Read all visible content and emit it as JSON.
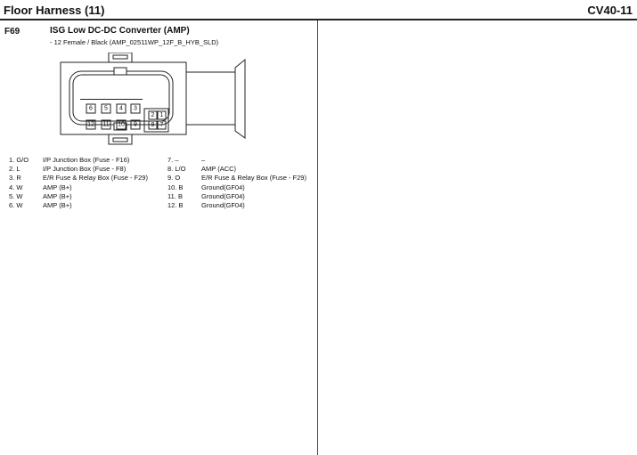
{
  "header": {
    "title": "Floor Harness (11)",
    "code": "CV40-11"
  },
  "connector": {
    "id": "F69",
    "name": "ISG Low DC-DC Converter (AMP)",
    "description": "- 12 Female / Black (AMP_02511WP_12F_B_HYB_SLD)",
    "pin_numbers": [
      "6",
      "5",
      "4",
      "3",
      "2",
      "1",
      "12",
      "11",
      "10",
      "9",
      "8",
      "7"
    ],
    "pins": [
      {
        "left_no": "1. G/O",
        "left_desc": "I/P Junction Box (Fuse - F16)",
        "right_no": "7. –",
        "right_desc": "–"
      },
      {
        "left_no": "2. L",
        "left_desc": "I/P Junction Box (Fuse - F8)",
        "right_no": "8. L/O",
        "right_desc": "AMP (ACC)"
      },
      {
        "left_no": "3. R",
        "left_desc": "E/R Fuse & Relay Box (Fuse - F29)",
        "right_no": "9. O",
        "right_desc": "E/R Fuse & Relay Box (Fuse - F29)"
      },
      {
        "left_no": "4. W",
        "left_desc": "AMP (B+)",
        "right_no": "10. B",
        "right_desc": "Ground(GF04)"
      },
      {
        "left_no": "5. W",
        "left_desc": "AMP (B+)",
        "right_no": "11. B",
        "right_desc": "Ground(GF04)"
      },
      {
        "left_no": "6. W",
        "left_desc": "AMP (B+)",
        "right_no": "12. B",
        "right_desc": "Ground(GF04)"
      }
    ]
  }
}
